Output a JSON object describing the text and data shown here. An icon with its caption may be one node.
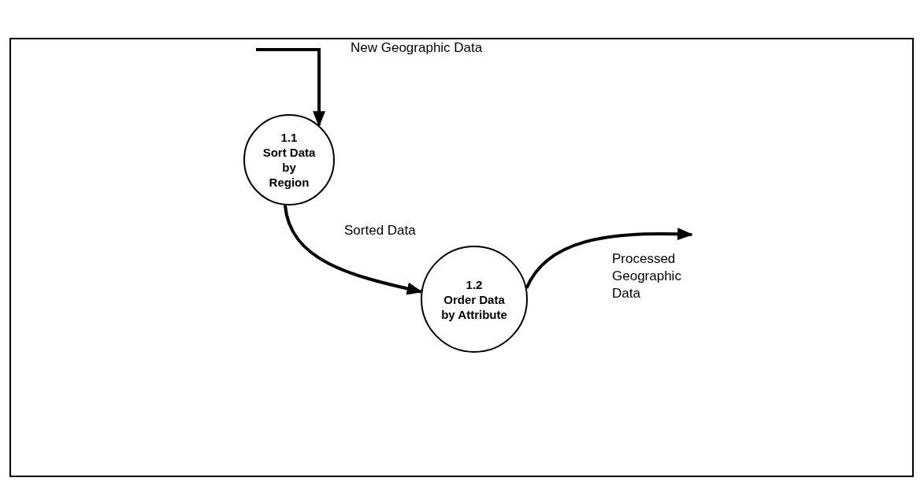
{
  "diagram": {
    "nodes": [
      {
        "text": [
          "1.1",
          "Sort Data by Region"
        ]
      },
      {
        "text": [
          "1.2",
          "Order Data by Attribute"
        ]
      }
    ],
    "edges": [
      {
        "from": null,
        "to": 0,
        "arrow": "to",
        "label": "New Geographic Data"
      },
      {
        "from": 0,
        "to": 1,
        "arrow": "to",
        "label": "Sorted Data"
      },
      {
        "from": 1,
        "to": null,
        "arrow": "to",
        "label": "Processed Geographic Data"
      }
    ]
  }
}
